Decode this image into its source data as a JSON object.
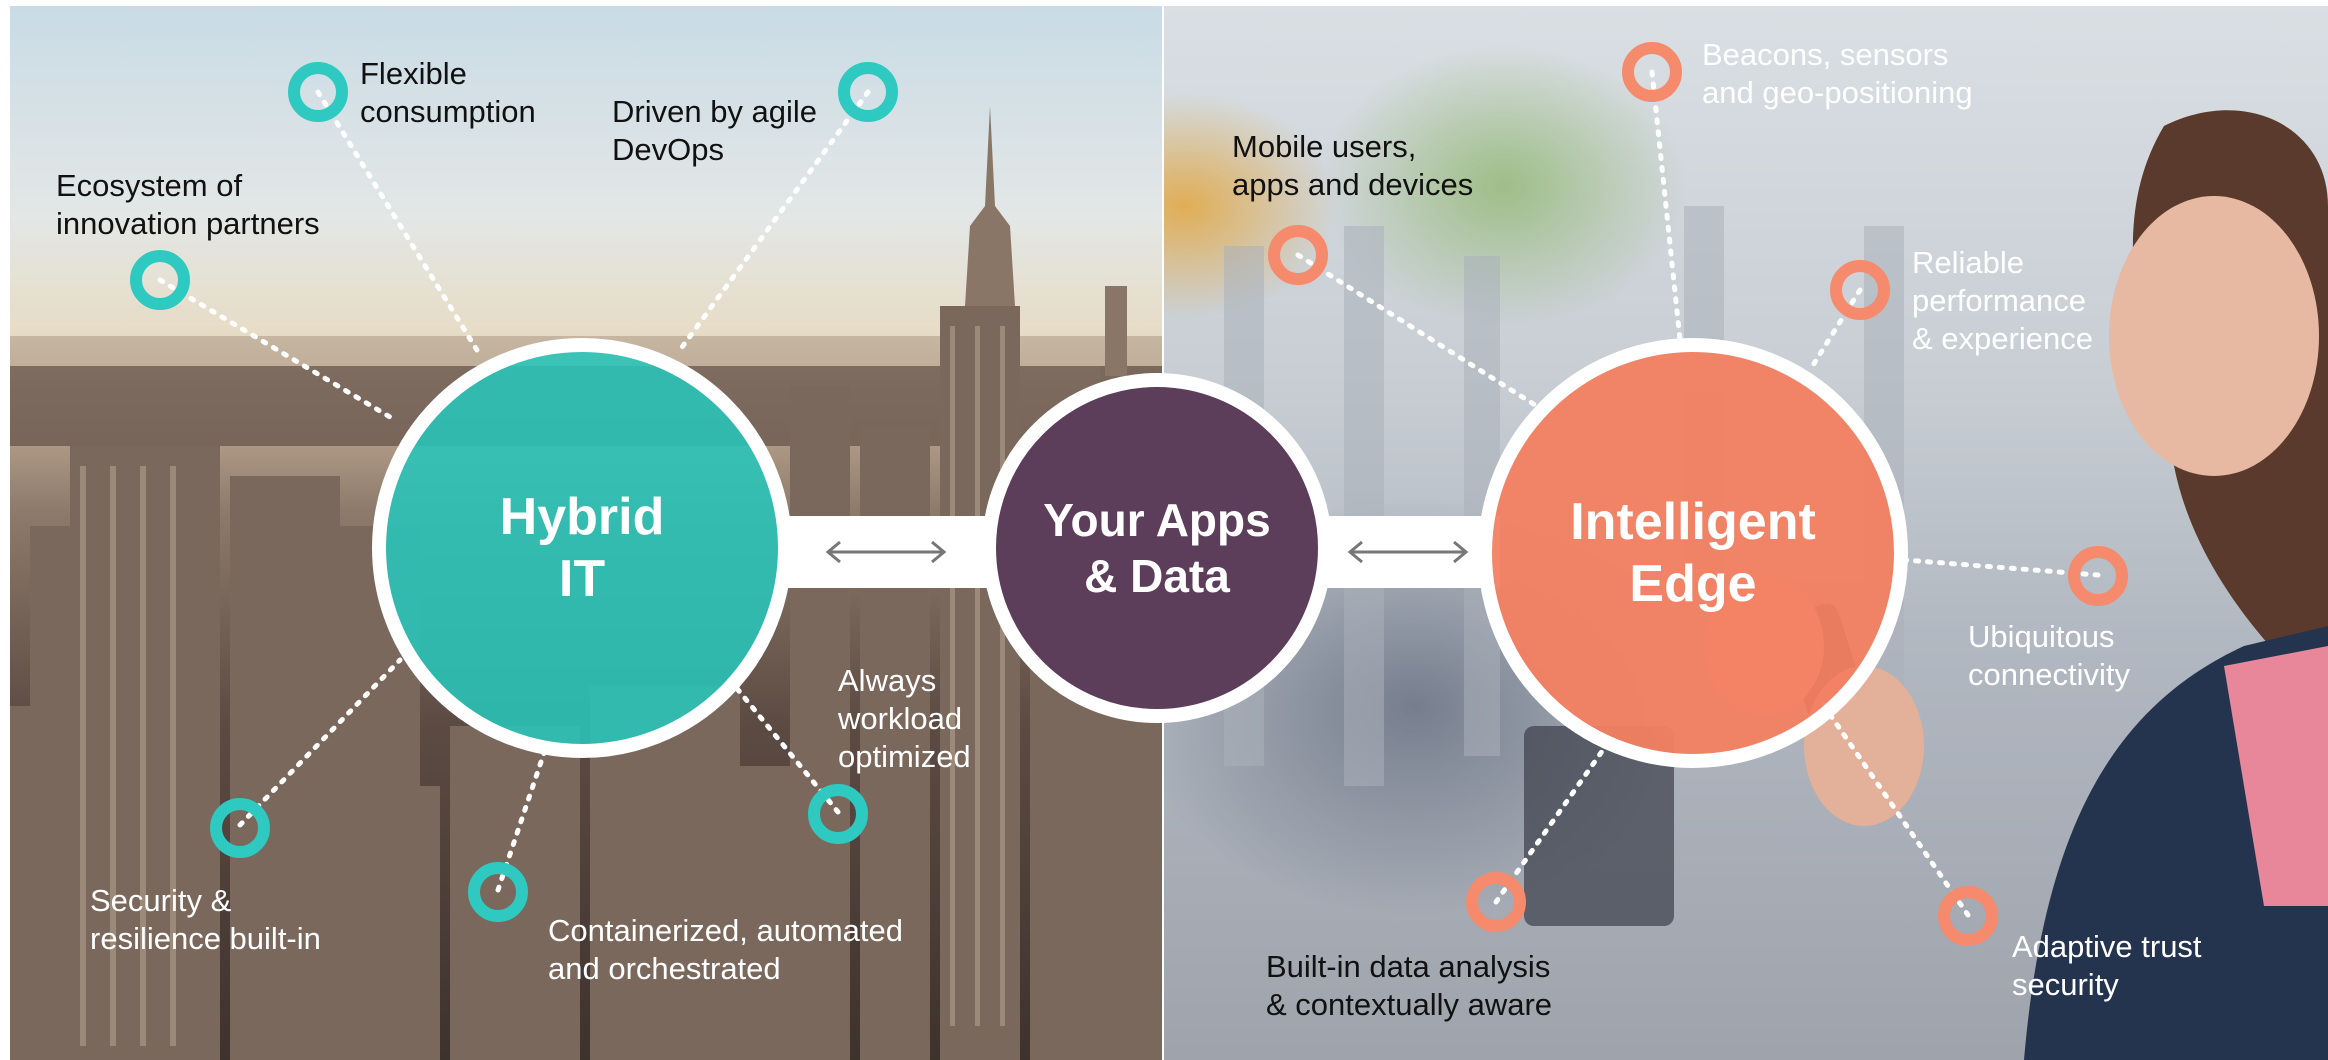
{
  "hubs": {
    "hybrid_it": "Hybrid\nIT",
    "apps_data": "Your Apps\n& Data",
    "intelligent_edge": "Intelligent\nEdge"
  },
  "hybrid_features": {
    "flexible_consumption": "Flexible\nconsumption",
    "agile_devops": "Driven by agile\nDevOps",
    "ecosystem": "Ecosystem of\ninnovation partners",
    "workload_optimized": "Always\nworkload\noptimized",
    "security": "Security &\nresilience built-in",
    "containerized": "Containerized, automated\nand orchestrated"
  },
  "edge_features": {
    "beacons": "Beacons, sensors\nand geo-positioning",
    "mobile_users": "Mobile users,\napps and devices",
    "reliable_performance": "Reliable\nperformance\n& experience",
    "ubiquitous_connectivity": "Ubiquitous\nconnectivity",
    "data_analysis": "Built-in data analysis\n& contextually aware",
    "adaptive_trust": "Adaptive trust\nsecurity"
  },
  "colors": {
    "hybrid_teal": "#2ec9c0",
    "apps_purple": "#5c3e5a",
    "edge_coral": "#f58a6c"
  },
  "icons": [
    "double-arrow-icon",
    "ring-marker-icon"
  ]
}
